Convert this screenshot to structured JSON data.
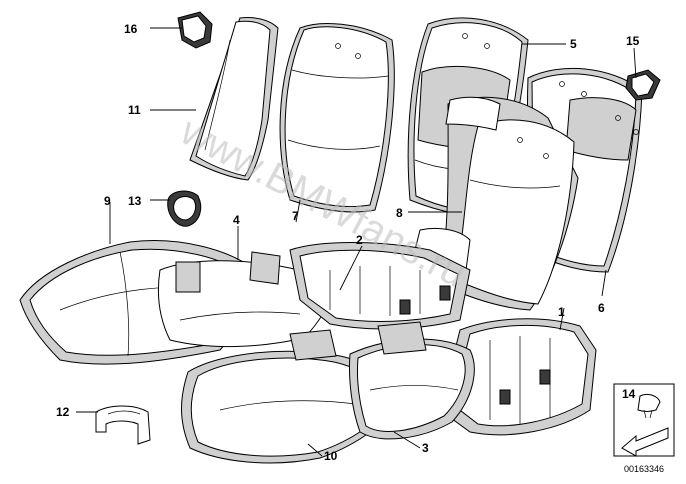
{
  "diagram": {
    "watermark": "www.BMWfans.ru",
    "reference_number": "00163346",
    "callouts": [
      {
        "id": "c1",
        "label": "1"
      },
      {
        "id": "c2",
        "label": "2"
      },
      {
        "id": "c3",
        "label": "3"
      },
      {
        "id": "c4",
        "label": "4"
      },
      {
        "id": "c5",
        "label": "5"
      },
      {
        "id": "c6",
        "label": "6"
      },
      {
        "id": "c7",
        "label": "7"
      },
      {
        "id": "c8",
        "label": "8"
      },
      {
        "id": "c9",
        "label": "9"
      },
      {
        "id": "c10",
        "label": "10"
      },
      {
        "id": "c11",
        "label": "11"
      },
      {
        "id": "c12",
        "label": "12"
      },
      {
        "id": "c13",
        "label": "13"
      },
      {
        "id": "c14",
        "label": "14"
      },
      {
        "id": "c15",
        "label": "15"
      },
      {
        "id": "c16",
        "label": "16"
      }
    ]
  }
}
